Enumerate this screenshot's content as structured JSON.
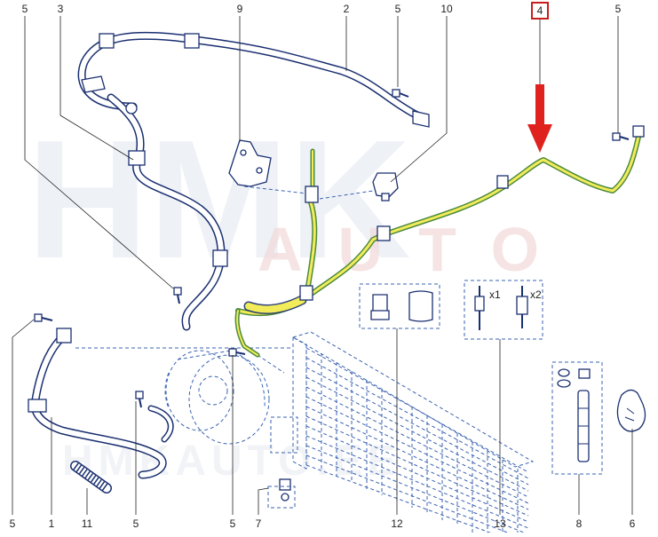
{
  "callouts": {
    "c5a": "5",
    "c3": "3",
    "c9": "9",
    "c2": "2",
    "c5b": "5",
    "c10": "10",
    "c4": "4",
    "c5c": "5",
    "c5d": "5",
    "c1": "1",
    "c11": "11",
    "c5e": "5",
    "c5f": "5",
    "c7": "7",
    "c12": "12",
    "c13": "13",
    "c8": "8",
    "c6": "6"
  },
  "labels": {
    "qty_x1": "x1",
    "qty_x2": "x2"
  },
  "watermark": {
    "line1": "HMK",
    "line2": "AUTO",
    "line3": "HMKAUTO.EE"
  },
  "colors": {
    "hose_outline": "#1a2f70",
    "hose_fill": "#ffffff",
    "highlight_fill": "#f2ec5a",
    "highlight_outline": "#4d8a3c",
    "dash_line": "#3b63b0",
    "arrow": "#e0221f",
    "callout_box": "#c81e1e",
    "watermark": "#e6ebf3"
  },
  "icons": {
    "arrow": "down-arrow-icon",
    "condenser": "condenser-icon",
    "compressor": "compressor-icon",
    "valve_caps": "cap-icon",
    "valve_cores": "valve-core-icon",
    "dryer": "dryer-filter-icon",
    "pouch": "desiccant-bag-icon"
  }
}
